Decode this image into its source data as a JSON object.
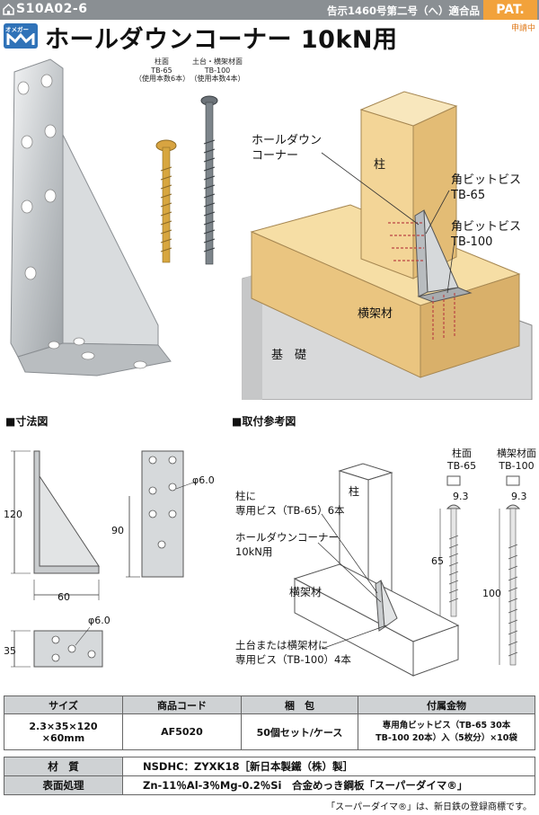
{
  "header": {
    "product_code": "S10A02-6",
    "approval": "告示1460号第二号（へ）適合品",
    "pat": "PAT.",
    "pending": "申請中"
  },
  "brand": {
    "logo_text": "オメガー"
  },
  "title": "ホールダウンコーナー 10kN用",
  "screws": {
    "tb65_caption": [
      "柱面",
      "TB-65",
      "（使用本数6本）"
    ],
    "tb100_caption": [
      "土台・横架材面",
      "TB-100",
      "（使用本数4本）"
    ]
  },
  "illustration": {
    "holdown_label": [
      "ホールダウン",
      "コーナー"
    ],
    "column": "柱",
    "screw_tb65": [
      "角ビットビス",
      "TB-65"
    ],
    "screw_tb100": [
      "角ビットビス",
      "TB-100"
    ],
    "beam": "横架材",
    "foundation": "基　礎"
  },
  "dimensions": {
    "title": "■寸法図",
    "h120": "120",
    "w60": "60",
    "h90": "90",
    "hole1": "φ6.0",
    "h35": "35",
    "hole2": "φ6.0"
  },
  "installation": {
    "title": "■取付参考図",
    "column": "柱",
    "note1": [
      "柱に",
      "専用ビス（TB-65）6本"
    ],
    "note2": [
      "ホールダウンコーナー",
      "10kN用"
    ],
    "beam": "横架材",
    "note3": [
      "土台または横架材に",
      "専用ビス（TB-100）4本"
    ],
    "screw1_head": [
      "柱面",
      "TB-65"
    ],
    "screw2_head": [
      "横架材面",
      "TB-100"
    ],
    "screw1_dia": "9.3",
    "screw2_dia": "9.3",
    "screw1_len": "65",
    "screw2_len": "100"
  },
  "table": {
    "headers": [
      "サイズ",
      "商品コード",
      "梱　包",
      "付属金物"
    ],
    "size": [
      "2.3×35×120",
      "×60mm"
    ],
    "code": "AF5020",
    "packing": "50個セット/ケース",
    "accessories": [
      "専用角ビットビス（TB-65  30本",
      "TB-100  20本）入（5枚分）×10袋"
    ],
    "material_label": "材　質",
    "material": "NSDHC：ZYXK18［新日本製鐵（株）製］",
    "finish_label": "表面処理",
    "finish": "Zn-11％Al-3％Mg-0.2％Si　合金めっき鋼板「スーパーダイマ®」"
  },
  "footnote": "「スーパーダイマ®」は、新日鉄の登録商標です。"
}
